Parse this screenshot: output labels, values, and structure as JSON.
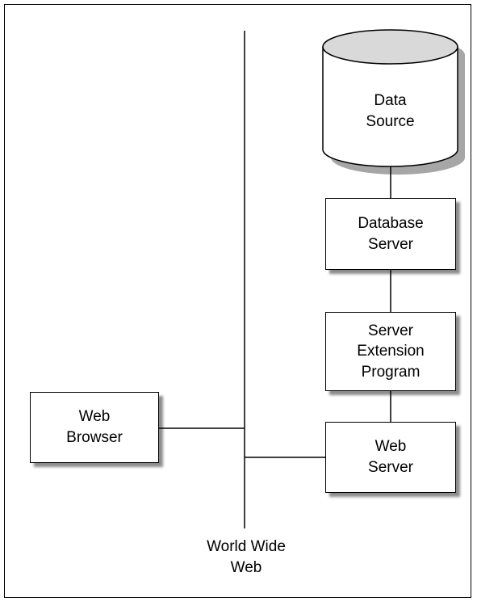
{
  "diagram": {
    "data_source": {
      "line1": "Data",
      "line2": "Source",
      "shape": "cylinder",
      "top_fill": "#d9d9d9"
    },
    "database_server": {
      "line1": "Database",
      "line2": "Server"
    },
    "server_extension_program": {
      "line1": "Server",
      "line2": "Extension",
      "line3": "Program"
    },
    "web_server": {
      "line1": "Web",
      "line2": "Server"
    },
    "web_browser": {
      "line1": "Web",
      "line2": "Browser"
    },
    "network": {
      "line1": "World Wide",
      "line2": "Web"
    }
  }
}
